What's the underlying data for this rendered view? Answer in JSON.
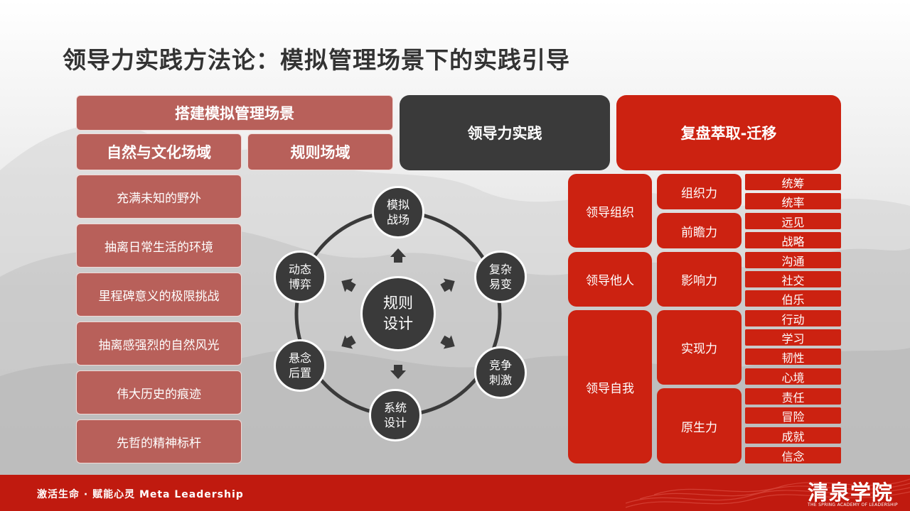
{
  "title": "领导力实践方法论：模拟管理场景下的实践引导",
  "scene": {
    "header": "搭建模拟管理场景",
    "sub_natural": "自然与文化场域",
    "sub_rules": "规则场域",
    "items": [
      "充满未知的野外",
      "抽离日常生活的环境",
      "里程碑意义的极限挑战",
      "抽离感强烈的自然风光",
      "伟大历史的痕迹",
      "先哲的精神标杆"
    ]
  },
  "practice": {
    "header": "领导力实践"
  },
  "review": {
    "header": "复盘萃取-迁移"
  },
  "cycle": {
    "center": "规则设计",
    "nodes": [
      "模拟战场",
      "复杂易变",
      "竞争刺激",
      "系统设计",
      "悬念后置",
      "动态博弈"
    ]
  },
  "leadership": {
    "groups": [
      {
        "label": "领导组织",
        "abilities": [
          {
            "name": "组织力",
            "skills": [
              "统筹",
              "统率"
            ]
          },
          {
            "name": "前瞻力",
            "skills": [
              "远见",
              "战略"
            ]
          }
        ]
      },
      {
        "label": "领导他人",
        "abilities": [
          {
            "name": "影响力",
            "skills": [
              "沟通",
              "社交",
              "伯乐"
            ]
          }
        ]
      },
      {
        "label": "领导自我",
        "abilities": [
          {
            "name": "实现力",
            "skills": [
              "行动",
              "学习",
              "韧性",
              "心境"
            ]
          },
          {
            "name": "原生力",
            "skills": [
              "责任",
              "冒险",
              "成就",
              "信念"
            ]
          }
        ]
      }
    ]
  },
  "footer": {
    "slogan": "激活生命 · 赋能心灵 Meta Leadership",
    "logo_cn": "清泉学院",
    "logo_en": "THE SPRING ACADEMY OF LEADERSHIP"
  },
  "colors": {
    "brown": "#b8605a",
    "dark": "#3a3a3a",
    "red": "#cc2211",
    "footer": "#c01a0f"
  }
}
